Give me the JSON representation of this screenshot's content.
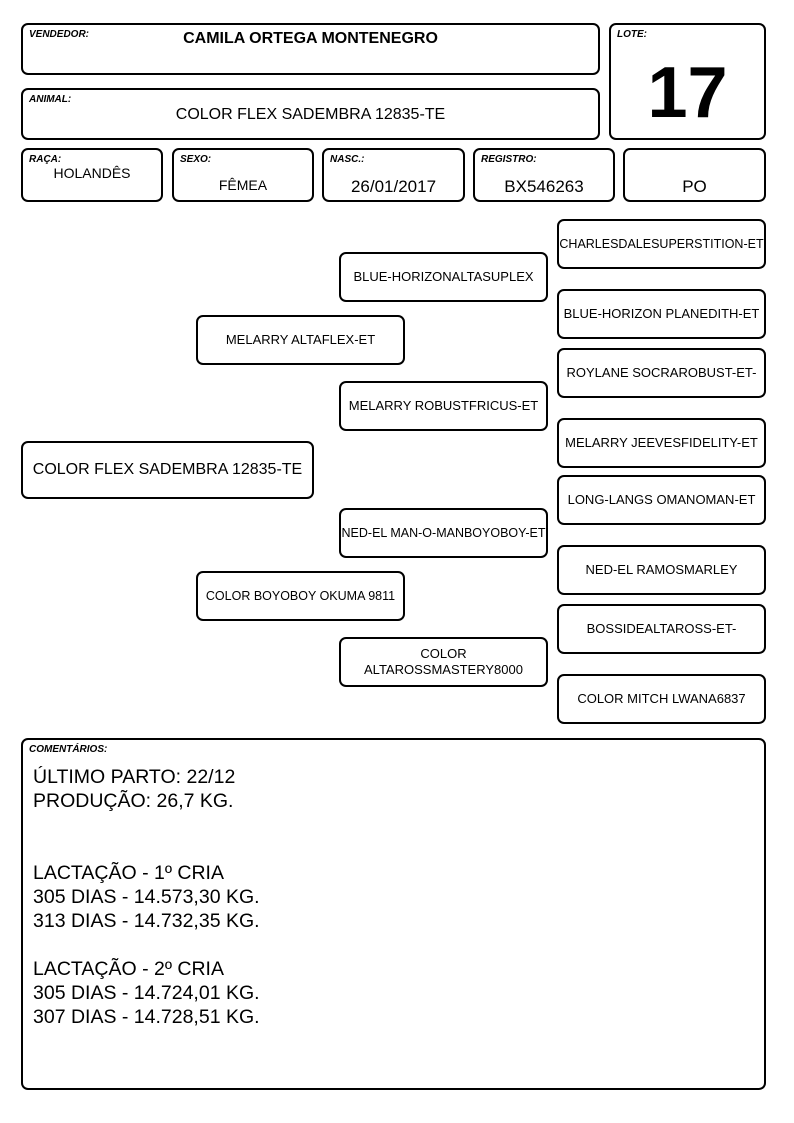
{
  "header": {
    "vendedor_label": "VENDEDOR:",
    "vendedor": "CAMILA ORTEGA MONTENEGRO",
    "lote_label": "LOTE:",
    "lote": "17",
    "animal_label": "ANIMAL:",
    "animal": "COLOR FLEX SADEMBRA 12835-TE"
  },
  "info": {
    "raca_label": "RAÇA:",
    "raca": "HOLANDÊS",
    "sexo_label": "SEXO:",
    "sexo": "FÊMEA",
    "nasc_label": "NASC.:",
    "nasc": "26/01/2017",
    "registro_label": "REGISTRO:",
    "registro": "BX546263",
    "categoria": "PO"
  },
  "pedigree": {
    "animal": "COLOR FLEX SADEMBRA 12835-TE",
    "sire": "MELARRY ALTAFLEX-ET",
    "dam": "COLOR BOYOBOY OKUMA 9811",
    "sire_sire": "BLUE-HORIZONALTASUPLEX",
    "sire_dam": "MELARRY ROBUSTFRICUS-ET",
    "dam_sire": "NED-EL MAN-O-MANBOYOBOY-ET",
    "dam_dam_line1": "COLOR",
    "dam_dam_line2": "ALTAROSSMASTERY8000",
    "ggp": [
      "CHARLESDALESUPERSTITION-ET",
      "BLUE-HORIZON PLANEDITH-ET",
      "ROYLANE SOCRAROBUST-ET-",
      "MELARRY JEEVESFIDELITY-ET",
      "LONG-LANGS OMANOMAN-ET",
      "NED-EL RAMOSMARLEY",
      "BOSSIDEALTAROSS-ET-",
      "COLOR MITCH LWANA6837"
    ]
  },
  "comments": {
    "label": "COMENTÁRIOS:",
    "text": "ÚLTIMO PARTO: 22/12\nPRODUÇÃO: 26,7 KG.\n\n\nLACTAÇÃO - 1º CRIA\n305 DIAS - 14.573,30 KG.\n313 DIAS - 14.732,35 KG.\n\nLACTAÇÃO - 2º CRIA\n305 DIAS - 14.724,01 KG.\n307 DIAS - 14.728,51 KG."
  }
}
